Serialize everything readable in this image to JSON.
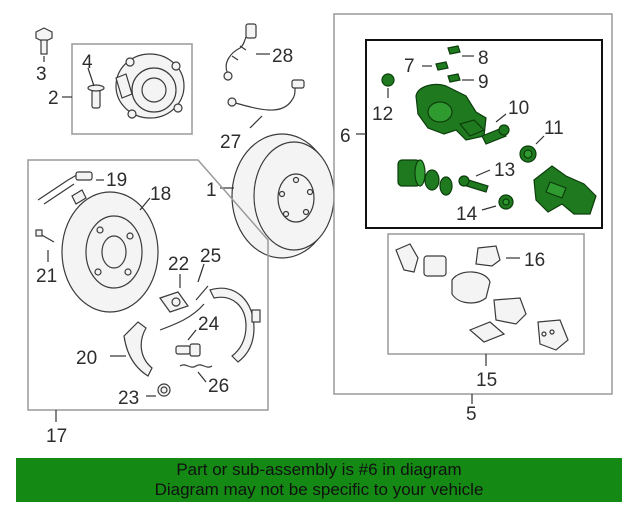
{
  "callouts": {
    "c1": "1",
    "c2": "2",
    "c3": "3",
    "c4": "4",
    "c5": "5",
    "c6": "6",
    "c7": "7",
    "c8": "8",
    "c9": "9",
    "c10": "10",
    "c11": "11",
    "c12": "12",
    "c13": "13",
    "c14": "14",
    "c15": "15",
    "c16": "16",
    "c17": "17",
    "c18": "18",
    "c19": "19",
    "c20": "20",
    "c21": "21",
    "c22": "22",
    "c23": "23",
    "c24": "24",
    "c25": "25",
    "c26": "26",
    "c27": "27",
    "c28": "28"
  },
  "footer": {
    "line1": "Part or sub-assembly is #6 in diagram",
    "line2": "Diagram may not be specific to your vehicle"
  },
  "colors": {
    "highlight": "#1f7a1f",
    "footer_bg": "#148a14"
  }
}
